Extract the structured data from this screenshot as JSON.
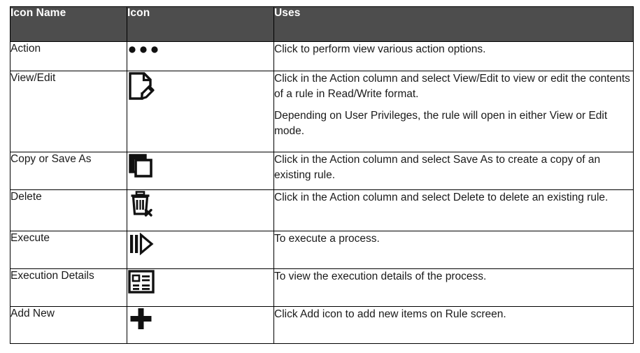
{
  "table": {
    "columns": [
      {
        "key": "icon_name",
        "label": "Icon Name"
      },
      {
        "key": "icon",
        "label": "Icon"
      },
      {
        "key": "uses",
        "label": "Uses"
      }
    ],
    "header_background": "#4d4d4d",
    "header_text_color": "#ffffff",
    "border_color": "#000000",
    "rows": [
      {
        "icon_name": "Action",
        "icon": "ellipsis-horizontal-icon",
        "uses": [
          "Click to perform view various action options."
        ]
      },
      {
        "icon_name": "View/Edit",
        "icon": "document-edit-icon",
        "uses": [
          "Click in the Action column and select View/Edit to view or edit the contents of a rule in Read/Write format.",
          "Depending on User Privileges, the rule will open in either View or Edit mode."
        ]
      },
      {
        "icon_name": "Copy or Save As",
        "icon": "copy-icon",
        "uses": [
          "Click in the Action column and select Save As to create a copy of an existing rule."
        ]
      },
      {
        "icon_name": "Delete",
        "icon": "trash-delete-icon",
        "uses": [
          "Click in the Action column and select Delete to delete an existing rule."
        ]
      },
      {
        "icon_name": "Execute",
        "icon": "execute-play-icon",
        "uses": [
          "To execute a process."
        ]
      },
      {
        "icon_name": "Execution Details",
        "icon": "execution-details-list-icon",
        "uses": [
          "To view the execution details of the process."
        ]
      },
      {
        "icon_name": "Add New",
        "icon": "plus-add-icon",
        "uses": [
          "Click Add icon to add new items on Rule screen."
        ]
      }
    ]
  }
}
